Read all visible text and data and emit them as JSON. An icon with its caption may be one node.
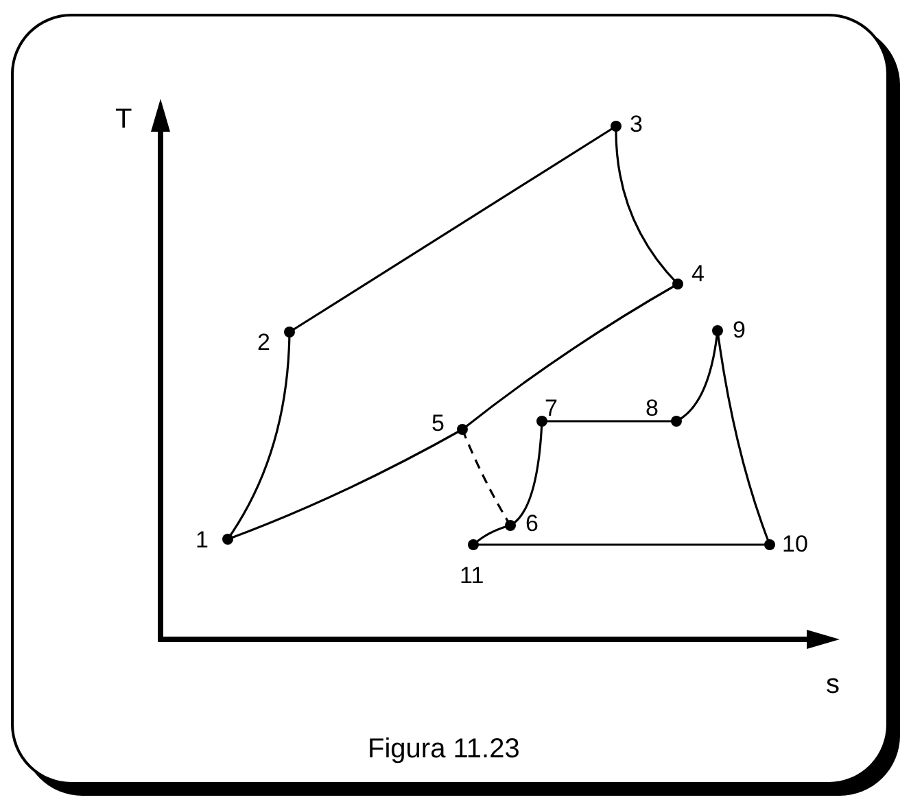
{
  "diagram": {
    "caption": "Figura 11.23",
    "nodes": [
      {
        "text": [
          "1"
        ]
      },
      {
        "text": [
          "2"
        ]
      },
      {
        "text": [
          "3"
        ]
      },
      {
        "text": [
          "4"
        ]
      },
      {
        "text": [
          "5"
        ]
      },
      {
        "text": [
          "6"
        ]
      },
      {
        "text": [
          "7"
        ]
      },
      {
        "text": [
          "8"
        ]
      },
      {
        "text": [
          "9"
        ]
      },
      {
        "text": [
          "10"
        ]
      },
      {
        "text": [
          "11"
        ]
      }
    ],
    "edges": [
      {
        "from": 0,
        "to": 1,
        "arrow": "none"
      },
      {
        "from": 1,
        "to": 2,
        "arrow": "none"
      },
      {
        "from": 2,
        "to": 3,
        "arrow": "none"
      },
      {
        "from": 3,
        "to": 4,
        "arrow": "none"
      },
      {
        "from": 4,
        "to": 0,
        "arrow": "none"
      },
      {
        "from": 4,
        "to": 5,
        "arrow": "none",
        "style": "dashed"
      },
      {
        "from": 5,
        "to": 6,
        "arrow": "none"
      },
      {
        "from": 6,
        "to": 7,
        "arrow": "none"
      },
      {
        "from": 7,
        "to": 8,
        "arrow": "none"
      },
      {
        "from": 8,
        "to": 9,
        "arrow": "none"
      },
      {
        "from": 9,
        "to": 10,
        "arrow": "none"
      },
      {
        "from": 10,
        "to": 5,
        "arrow": "none"
      }
    ],
    "labels": [
      "T",
      "s"
    ]
  }
}
